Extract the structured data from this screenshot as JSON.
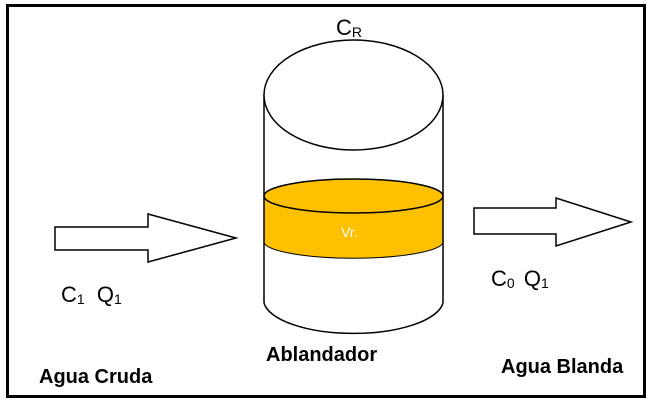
{
  "top_label": {
    "main": "C",
    "sub": "R"
  },
  "inlet_label": {
    "c_main": "C",
    "c_sub": "1",
    "q_main": "Q",
    "q_sub": "1"
  },
  "outlet_label": {
    "c_main": "C",
    "c_sub": "0",
    "q_main": "Q",
    "q_sub": "1"
  },
  "tank": {
    "name": "Ablandador",
    "resin_label": "Vr.",
    "resin_color": "#FFC000"
  },
  "inlet_name": "Agua Cruda",
  "outlet_name": "Agua Blanda"
}
